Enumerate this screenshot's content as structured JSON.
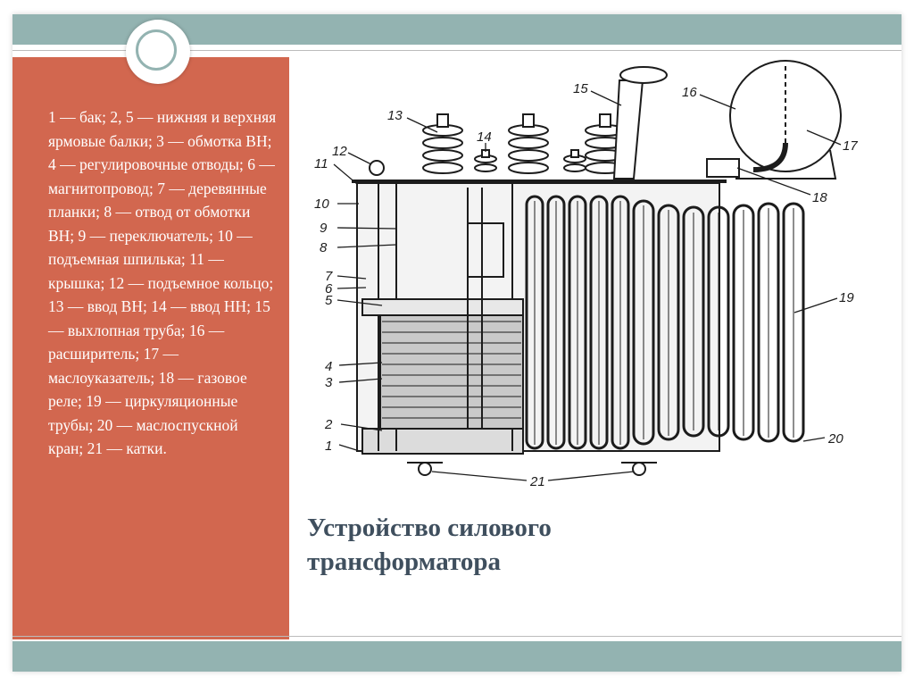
{
  "legend": {
    "text": "1 — бак; 2, 5 — нижняя и верхняя ярмовые балки; 3 — обмотка ВН; 4 — регулировочные отводы; 6 — магнитопровод; 7 — деревянные планки; 8 — отвод от обмотки ВН; 9 — переключатель; 10 — подъемная шпилька; 11 — крышка; 12 — подъемное кольцо; 13 — ввод ВН; 14 — ввод НН; 15 — выхлопная труба; 16 — расширитель; 17 — маслоуказатель; 18 — газовое реле; 19 — циркуляционные трубы; 20 — маслоспускной кран; 21 — катки."
  },
  "title": {
    "line1": "Устройство силового",
    "line2": "трансформатора"
  },
  "diagram": {
    "callouts": [
      "1",
      "2",
      "3",
      "4",
      "5",
      "6",
      "7",
      "8",
      "9",
      "10",
      "11",
      "12",
      "13",
      "14",
      "15",
      "16",
      "17",
      "18",
      "19",
      "20",
      "21"
    ]
  },
  "colors": {
    "teal_band": "#93b3b1",
    "panel": "#d2674f",
    "title": "#3f4f5e",
    "ink": "#1c1c1c"
  }
}
